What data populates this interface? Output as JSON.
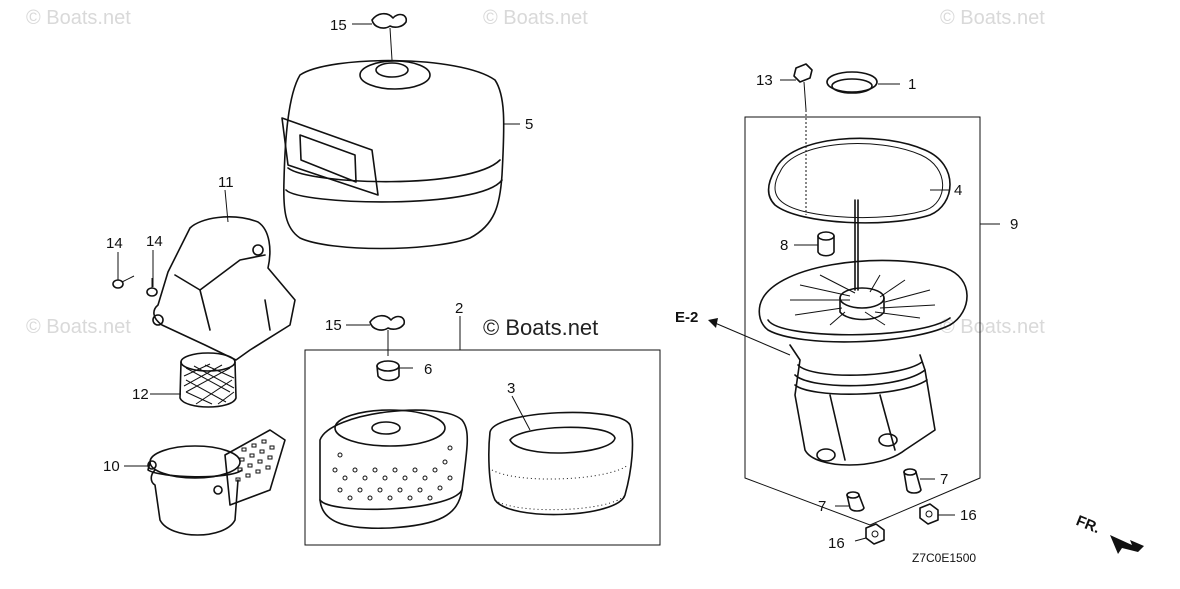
{
  "watermarks": {
    "top_left": "© Boats.net",
    "top_center": "© Boats.net",
    "top_right": "© Boats.net",
    "mid_left": "© Boats.net",
    "mid_right": "© Boats.net",
    "center": "© Boats.net"
  },
  "callouts": {
    "p1": "1",
    "p2": "2",
    "p3": "3",
    "p4": "4",
    "p5": "5",
    "p6": "6",
    "p7a": "7",
    "p7b": "7",
    "p8": "8",
    "p9": "9",
    "p10": "10",
    "p11": "11",
    "p12": "12",
    "p13": "13",
    "p14a": "14",
    "p14b": "14",
    "p15a": "15",
    "p15b": "15",
    "p16a": "16",
    "p16b": "16"
  },
  "reference": "E-2",
  "front_label": "FR.",
  "diagram_code": "Z7C0E1500"
}
